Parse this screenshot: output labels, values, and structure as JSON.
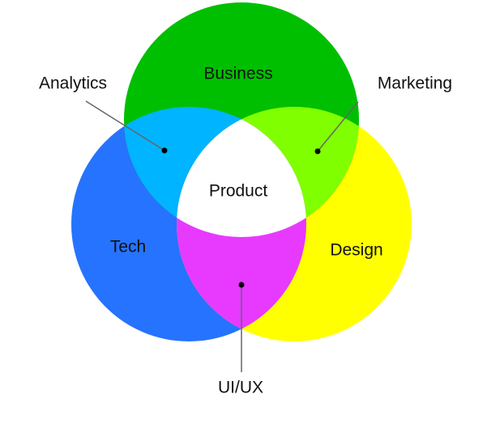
{
  "diagram": {
    "type": "venn",
    "sets": [
      {
        "id": "business",
        "label": "Business",
        "color": "#00BF00"
      },
      {
        "id": "tech",
        "label": "Tech",
        "color": "#2673FF"
      },
      {
        "id": "design",
        "label": "Design",
        "color": "#FFFF00"
      }
    ],
    "intersections": [
      {
        "id": "analytics",
        "sets": [
          "business",
          "tech"
        ],
        "label": "Analytics",
        "color": "#00B4FF"
      },
      {
        "id": "marketing",
        "sets": [
          "business",
          "design"
        ],
        "label": "Marketing",
        "color": "#80FF00"
      },
      {
        "id": "uiux",
        "sets": [
          "tech",
          "design"
        ],
        "label": "UI/UX",
        "color": "#E83AFF"
      },
      {
        "id": "product",
        "sets": [
          "business",
          "tech",
          "design"
        ],
        "label": "Product",
        "color": "#FFFFFF"
      }
    ]
  }
}
